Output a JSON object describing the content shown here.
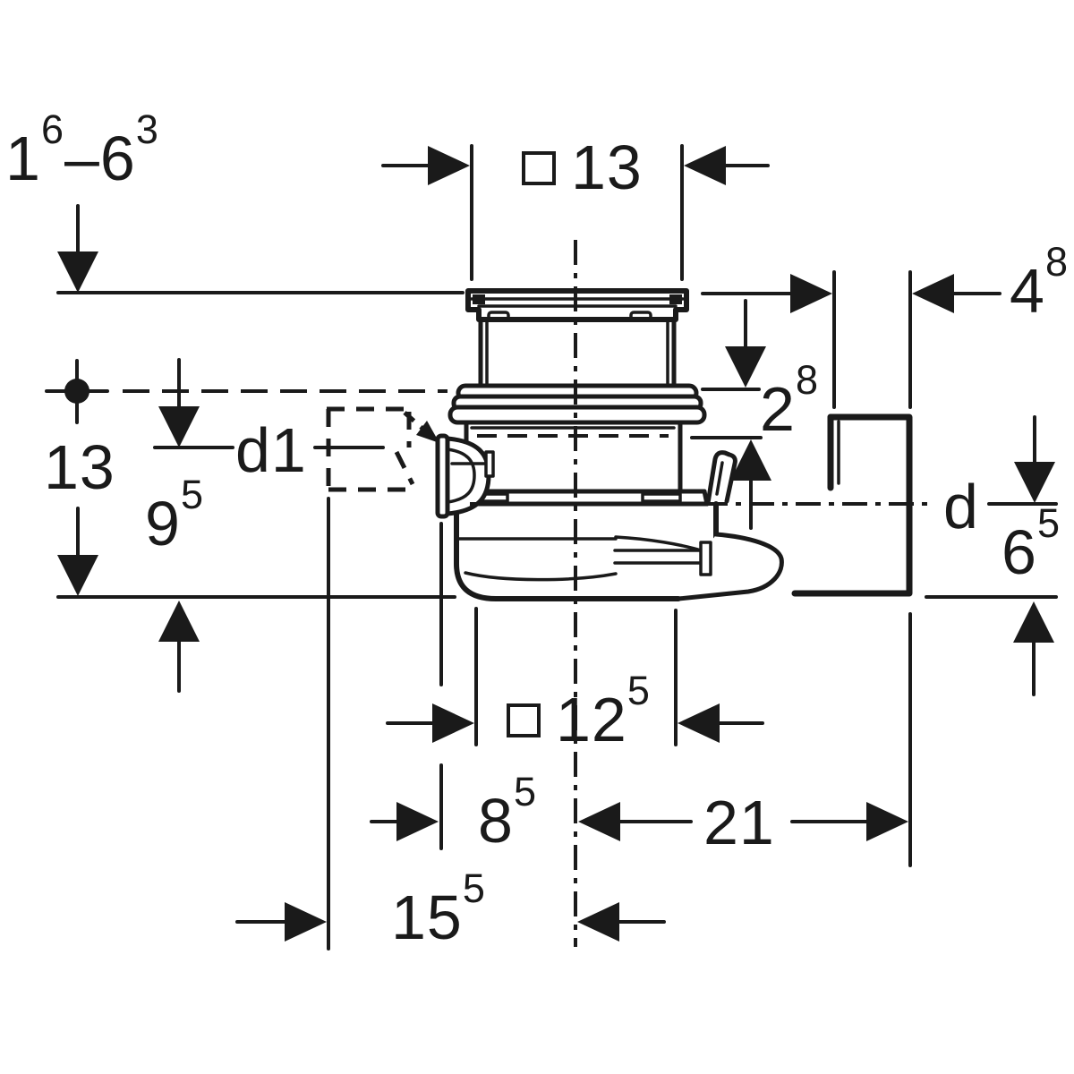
{
  "drawing": {
    "type": "technical-dimension-drawing",
    "subject": "floor-drain-with-side-inlet",
    "ink_color": "#1a1a1a",
    "background_color": "#ffffff"
  },
  "labels": {
    "height_range": {
      "v1": "1",
      "s1": "6",
      "sep": "–",
      "v2": "6",
      "s2": "3"
    },
    "frame_width": {
      "symbol": "square",
      "value": "13"
    },
    "outlet_stub": {
      "value": "4",
      "sup": "8"
    },
    "collar_depth": {
      "value": "2",
      "sup": "8"
    },
    "side_inlet": {
      "text": "d1"
    },
    "flange_to_bottom": {
      "value": "13"
    },
    "inlet_axis_to_bottom": {
      "value": "9",
      "sup": "5"
    },
    "outlet_diameter": {
      "text": "d"
    },
    "outlet_axis_to_bottom": {
      "value": "6",
      "sup": "5"
    },
    "flange_width": {
      "symbol": "square",
      "value": "12",
      "sup": "5"
    },
    "plug_to_center": {
      "value": "8",
      "sup": "5"
    },
    "center_to_outlet_end": {
      "value": "21"
    },
    "inlet_end_to_center": {
      "value": "15",
      "sup": "5"
    }
  }
}
